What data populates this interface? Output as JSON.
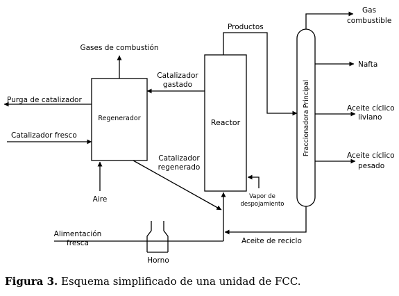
{
  "diagram": {
    "units": {
      "regenerator": "Regenerador",
      "reactor": "Reactor",
      "fractionator": "Fraccionadora Principal",
      "furnace": "Horno"
    },
    "streams": {
      "combustion_gases": "Gases de combustión",
      "catalyst_purge": "Purga de catalizador",
      "fresh_catalyst": "Catalizador fresco",
      "air": "Aire",
      "spent_catalyst": [
        "Catalizador",
        "gastado"
      ],
      "regenerated_catalyst": [
        "Catalizador",
        "regenerado"
      ],
      "products": "Productos",
      "stripping_steam": [
        "Vapor de",
        "despojamiento"
      ],
      "fresh_feed": [
        "Alimentación",
        "fresca"
      ],
      "recycle_oil": "Aceite de reciclo",
      "fuel_gas": [
        "Gas",
        "combustible"
      ],
      "naphtha": "Nafta",
      "light_cycle_oil": [
        "Aceite cíclico",
        "liviano"
      ],
      "heavy_cycle_oil": [
        "Aceite cíclico",
        "pesado"
      ]
    }
  },
  "caption": {
    "label": "Figura 3.",
    "text": "Esquema simplificado de una unidad de FCC."
  }
}
